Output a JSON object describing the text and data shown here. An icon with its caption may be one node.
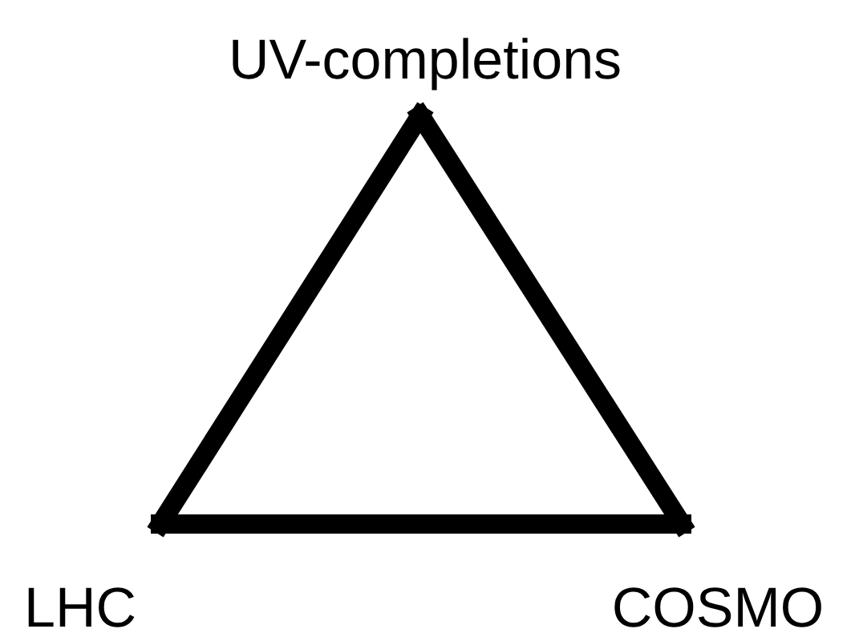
{
  "diagram": {
    "nodes": [
      {
        "text": [
          "UV-completions"
        ]
      },
      {
        "text": [
          "LHC"
        ]
      },
      {
        "text": [
          "COSMO"
        ]
      }
    ],
    "edges": [
      {
        "from": 0,
        "to": 1,
        "arrow": "none"
      },
      {
        "from": 0,
        "to": 2,
        "arrow": "none"
      },
      {
        "from": 1,
        "to": 2,
        "arrow": "none"
      }
    ]
  }
}
